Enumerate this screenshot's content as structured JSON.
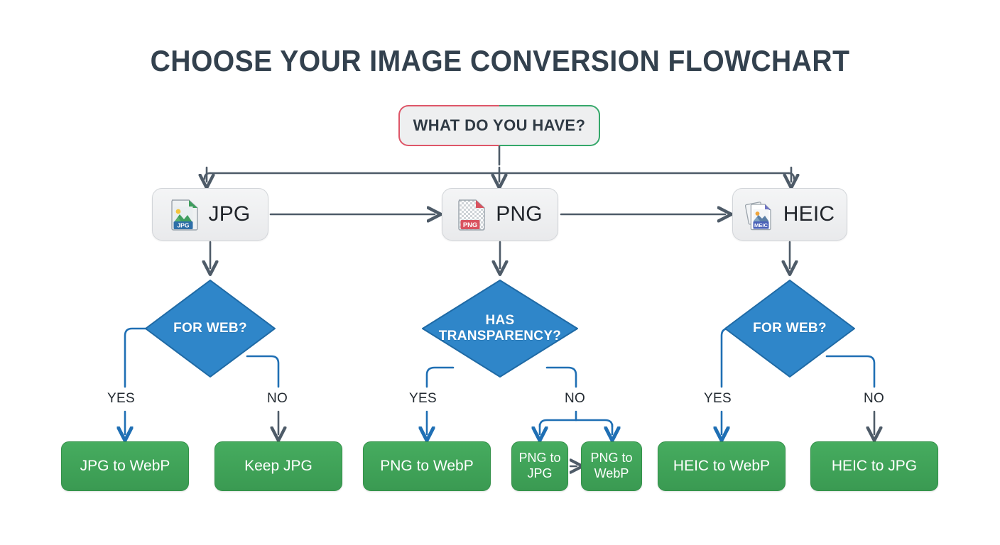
{
  "page": {
    "title": "CHOOSE YOUR IMAGE CONVERSION FLOWCHART",
    "background": "#ffffff"
  },
  "colors": {
    "title_text": "#33414e",
    "connector_dark": "#4e5b68",
    "connector_blue": "#1f6fb4",
    "diamond_fill": "#2f86c9",
    "diamond_stroke": "#1f6aa5",
    "result_green": "#41a559",
    "root_border_left": "#de5668",
    "root_border_right": "#35a86a",
    "format_box_fill": "#eef0f1"
  },
  "root": {
    "label": "WHAT DO YOU HAVE?"
  },
  "formats": [
    {
      "id": "jpg",
      "label": "JPG",
      "icon": "jpg-file-icon",
      "icon_tag": "JPG"
    },
    {
      "id": "png",
      "label": "PNG",
      "icon": "png-file-icon",
      "icon_tag": "PNG"
    },
    {
      "id": "heic",
      "label": "HEIC",
      "icon": "heic-file-icon",
      "icon_tag": "MEIC"
    }
  ],
  "decisions": [
    {
      "id": "jpg",
      "line1": "FOR WEB?",
      "line2": ""
    },
    {
      "id": "png",
      "line1": "HAS",
      "line2": "TRANSPARENCY?"
    },
    {
      "id": "heic",
      "line1": "FOR WEB?",
      "line2": ""
    }
  ],
  "branch_labels": {
    "jpg_yes": "YES",
    "jpg_no": "NO",
    "png_yes": "YES",
    "png_no": "NO",
    "heic_yes": "YES",
    "heic_no": "NO"
  },
  "results": {
    "jpg_to_webp": "JPG to WebP",
    "keep_jpg": "Keep JPG",
    "png_to_webp": "PNG to WebP",
    "png_to_jpg_small": "PNG to JPG",
    "png_to_webp_small": "PNG to WebP",
    "heic_to_webp": "HEIC to WebP",
    "heic_to_jpg": "HEIC to JPG"
  },
  "chart_data": {
    "type": "flowchart",
    "title": "CHOOSE YOUR IMAGE CONVERSION FLOWCHART",
    "nodes": [
      {
        "id": "root",
        "type": "start",
        "label": "WHAT DO YOU HAVE?"
      },
      {
        "id": "jpg",
        "type": "format",
        "label": "JPG"
      },
      {
        "id": "png",
        "type": "format",
        "label": "PNG"
      },
      {
        "id": "heic",
        "type": "format",
        "label": "HEIC"
      },
      {
        "id": "d-jpg",
        "type": "decision",
        "label": "FOR WEB?"
      },
      {
        "id": "d-png",
        "type": "decision",
        "label": "HAS TRANSPARENCY?"
      },
      {
        "id": "d-heic",
        "type": "decision",
        "label": "FOR WEB?"
      },
      {
        "id": "r1",
        "type": "result",
        "label": "JPG to WebP"
      },
      {
        "id": "r2",
        "type": "result",
        "label": "Keep JPG"
      },
      {
        "id": "r3",
        "type": "result",
        "label": "PNG to WebP"
      },
      {
        "id": "r4",
        "type": "result",
        "label": "PNG to JPG"
      },
      {
        "id": "r5",
        "type": "result",
        "label": "PNG to WebP"
      },
      {
        "id": "r6",
        "type": "result",
        "label": "HEIC to WebP"
      },
      {
        "id": "r7",
        "type": "result",
        "label": "HEIC to JPG"
      }
    ],
    "edges": [
      {
        "from": "root",
        "to": "jpg",
        "label": ""
      },
      {
        "from": "root",
        "to": "png",
        "label": ""
      },
      {
        "from": "root",
        "to": "heic",
        "label": ""
      },
      {
        "from": "jpg",
        "to": "png",
        "label": ""
      },
      {
        "from": "png",
        "to": "heic",
        "label": ""
      },
      {
        "from": "jpg",
        "to": "d-jpg",
        "label": ""
      },
      {
        "from": "png",
        "to": "d-png",
        "label": ""
      },
      {
        "from": "heic",
        "to": "d-heic",
        "label": ""
      },
      {
        "from": "d-jpg",
        "to": "r1",
        "label": "YES"
      },
      {
        "from": "d-jpg",
        "to": "r2",
        "label": "NO"
      },
      {
        "from": "d-png",
        "to": "r3",
        "label": "YES"
      },
      {
        "from": "d-png",
        "to": "r4",
        "label": "NO"
      },
      {
        "from": "d-png",
        "to": "r5",
        "label": "NO"
      },
      {
        "from": "r4",
        "to": "r5",
        "label": ""
      },
      {
        "from": "d-heic",
        "to": "r6",
        "label": "YES"
      },
      {
        "from": "d-heic",
        "to": "r7",
        "label": "NO"
      }
    ]
  }
}
